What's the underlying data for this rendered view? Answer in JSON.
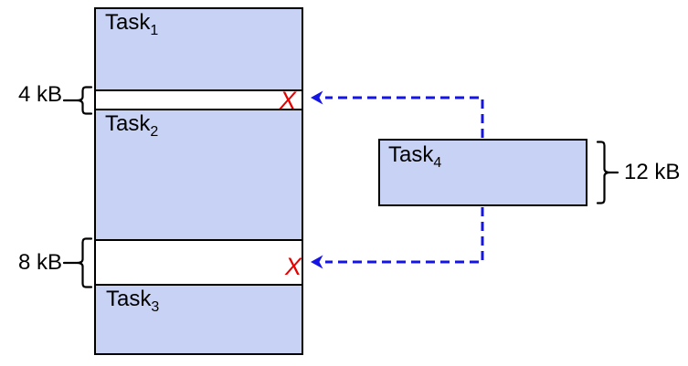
{
  "memory_column": {
    "blocks": [
      {
        "label_base": "Task",
        "label_sub": "1"
      },
      {
        "label_base": "Task",
        "label_sub": "2"
      },
      {
        "label_base": "Task",
        "label_sub": "3"
      }
    ],
    "gaps": [
      {
        "size_label": "4 kB"
      },
      {
        "size_label": "8 kB"
      }
    ]
  },
  "pending_task": {
    "label_base": "Task",
    "label_sub": "4",
    "size_label": "12 kB"
  },
  "rejection_mark": "X",
  "colors": {
    "block_fill": "#c8d2f5",
    "block_border": "#000000",
    "arrow_blue": "#1414e6",
    "x_mark_red": "#e60000",
    "background": "#ffffff"
  }
}
